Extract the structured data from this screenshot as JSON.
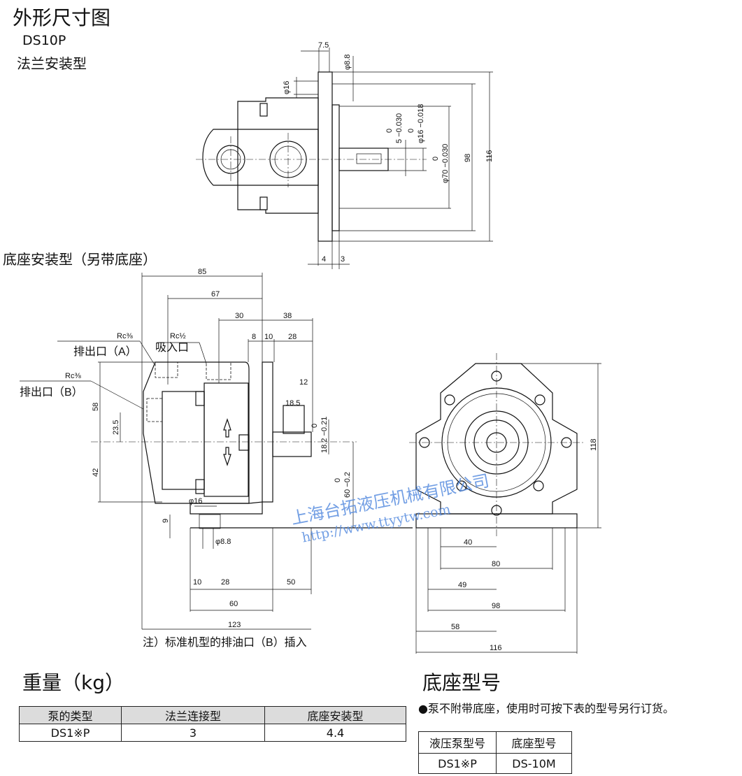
{
  "header": {
    "title": "外形尺寸图",
    "model": "DS10P",
    "flange_type": "法兰安装型",
    "base_type": "底座安装型（另带底座）"
  },
  "flange_view": {
    "dims": {
      "d7_5": "7.5",
      "d_phi8_8": "φ8.8",
      "d_phi16": "φ16",
      "tol_5_top": "0",
      "tol_5": "5 −0.030",
      "tol_16_top": "0",
      "tol_16": "φ16 −0.018",
      "tol_70_top": "0",
      "tol_70": "φ70 −0.030",
      "d98": "98",
      "d116": "116",
      "d4": "4",
      "d3": "3"
    }
  },
  "side_view": {
    "labels": {
      "outlet_a": "排出口（A）",
      "inlet": "吸入口",
      "outlet_b": "排出口（B）",
      "rc_a": "Rc⅜",
      "rc_in": "Rc½",
      "rc_b": "Rc⅜"
    },
    "dims": {
      "d85": "85",
      "d67": "67",
      "d30": "30",
      "d38": "38",
      "d8": "8",
      "d10": "10",
      "d28": "28",
      "d12": "12",
      "d18_5": "18.5",
      "tol_18_2_top": "0",
      "tol_18_2": "18.2 −0.21",
      "d58": "58",
      "d23_5": "23.5",
      "d42": "42",
      "tol_60_top": "0",
      "tol_60": "60 −0.2",
      "d_phi16": "φ16",
      "d9": "9",
      "d_phi8_8": "φ8.8",
      "b10": "10",
      "b28": "28",
      "b50": "50",
      "b60": "60",
      "b123": "123"
    },
    "note": "注）标准机型的排油口（B）插入"
  },
  "front_view": {
    "dims": {
      "d40": "40",
      "d80": "80",
      "d49": "49",
      "d98": "98",
      "d58": "58",
      "d116": "116",
      "d118": "118"
    }
  },
  "watermark": {
    "company": "上海台拓液压机械有限公司",
    "url": "http://www.ttyytw.com"
  },
  "weight": {
    "title": "重量（kg）",
    "headers": [
      "泵的类型",
      "法兰连接型",
      "底座安装型"
    ],
    "rows": [
      [
        "DS1※P",
        "3",
        "4.4"
      ]
    ]
  },
  "base_model": {
    "title": "底座型号",
    "note": "●泵不附带底座，使用时可按下表的型号另行订货。",
    "headers": [
      "液压泵型号",
      "底座型号"
    ],
    "rows": [
      [
        "DS1※P",
        "DS-10M"
      ]
    ]
  }
}
